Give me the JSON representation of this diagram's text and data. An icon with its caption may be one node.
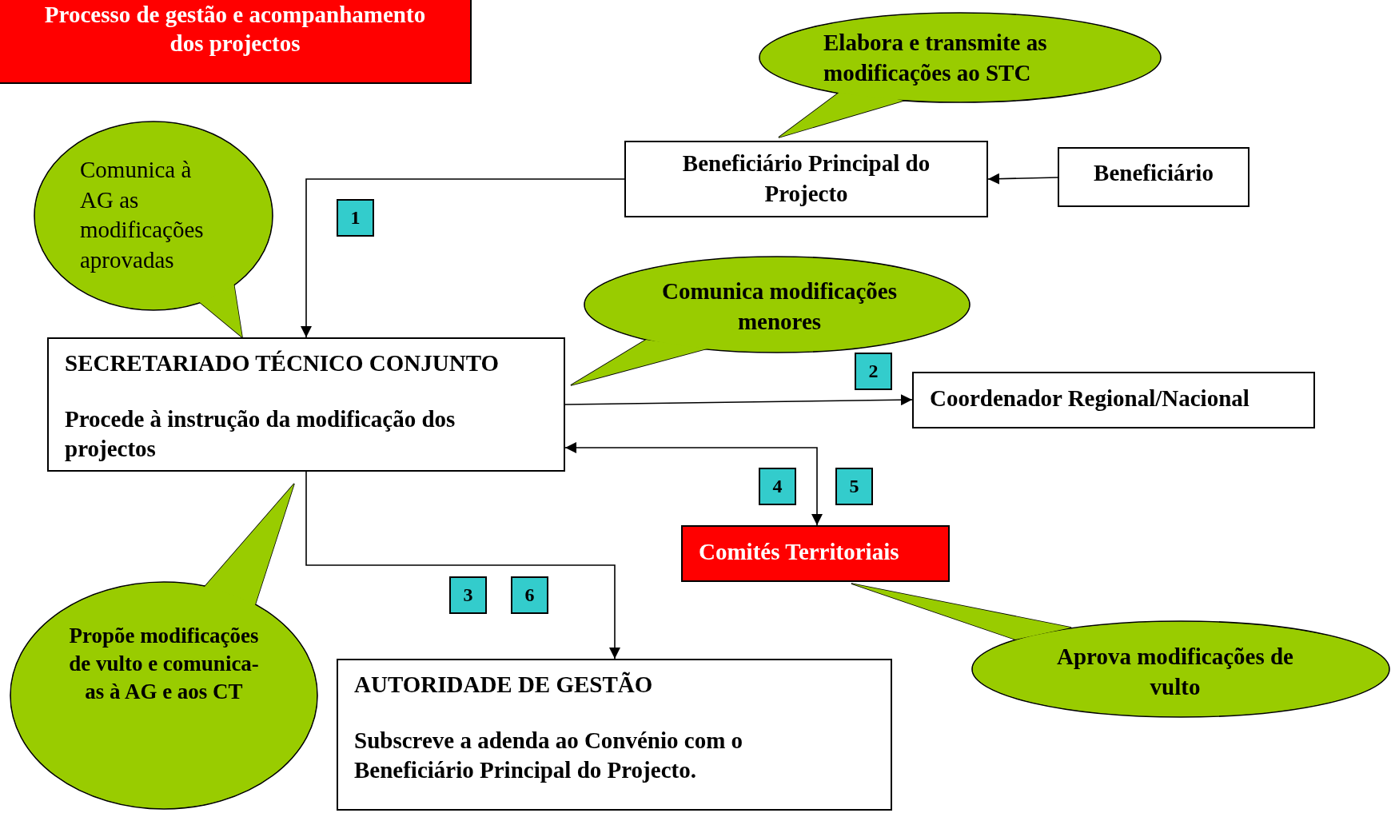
{
  "diagram": {
    "title": "Processo de gestão e acompanhamento dos projectos",
    "nodes": [
      {
        "text": [
          "Beneficiário Principal do Projecto"
        ]
      },
      {
        "text": [
          "Beneficiário"
        ]
      },
      {
        "text": [
          "SECRETARIADO TÉCNICO CONJUNTO",
          "Procede à instrução da modificação dos projectos"
        ]
      },
      {
        "text": [
          "Coordenador Regional/Nacional"
        ]
      },
      {
        "text": [
          "Comités Territoriais"
        ]
      },
      {
        "text": [
          "AUTORIDADE DE GESTÃO",
          "Subscreve a adenda ao Convénio com o Beneficiário Principal do Projecto."
        ]
      },
      {
        "text": [
          "Elabora e transmite as modificações ao STC"
        ]
      },
      {
        "text": [
          "Comunica à AG as modificações aprovadas"
        ]
      },
      {
        "text": [
          "Comunica modificações menores"
        ]
      },
      {
        "text": [
          "Propõe modificações de vulto e comunica-as à AG e aos CT"
        ]
      },
      {
        "text": [
          "Aprova modificações de vulto"
        ]
      },
      {
        "text": [
          "1"
        ]
      },
      {
        "text": [
          "2"
        ]
      },
      {
        "text": [
          "4"
        ]
      },
      {
        "text": [
          "5"
        ]
      },
      {
        "text": [
          "3"
        ]
      },
      {
        "text": [
          "6"
        ]
      }
    ],
    "edges": [
      {
        "from": 0,
        "to": 2,
        "arrow": "to"
      },
      {
        "from": 1,
        "to": 0,
        "arrow": "to"
      },
      {
        "from": 2,
        "to": 3,
        "arrow": "to"
      },
      {
        "from": 2,
        "to": 4,
        "arrow": "both"
      },
      {
        "from": 2,
        "to": 5,
        "arrow": "to"
      }
    ]
  }
}
